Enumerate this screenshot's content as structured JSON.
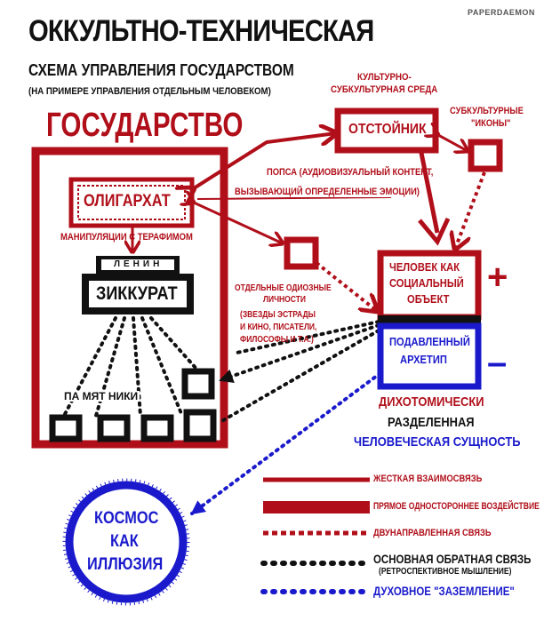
{
  "watermark": "PAPERDAEMON",
  "header": {
    "title": "ОККУЛЬТНО-ТЕХНИЧЕСКАЯ",
    "subtitle": "СХЕМА УПРАВЛЕНИЯ ГОСУДАРСТВОМ",
    "subnote": "(НА ПРИМЕРЕ УПРАВЛЕНИЯ ОТДЕЛЬНЫМ ЧЕЛОВЕКОМ)"
  },
  "state": {
    "label": "ГОСУДАРСТВО",
    "oligarch": "ОЛИГАРХАТ",
    "manipulation": "МАНИПУЛЯЦИИ С ТЕРАФИМОМ",
    "lenin": "ЛЕНИН",
    "ziggurat": "ЗИККУРАТ",
    "monuments": "ПА МЯТ НИКИ"
  },
  "culture": {
    "env_line1": "КУЛЬТУРНО-",
    "env_line2": "СУБКУЛЬТУРНАЯ СРЕДА",
    "sump": "ОТСТОЙНИК",
    "icons_line1": "СУБКУЛЬТУРНЫЕ",
    "icons_line2": "\"ИКОНЫ\""
  },
  "pop": {
    "line1": "ПОПСА (АУДИОВИЗУАЛЬНЫЙ КОНТЕНТ,",
    "line2": "ВЫЗЫВАЮЩИЙ ОПРЕДЕЛЕННЫЕ ЭМОЦИИ)"
  },
  "figures": {
    "line1": "ОТДЕЛЬНЫЕ ОДИОЗНЫЕ",
    "line2": "ЛИЧНОСТИ",
    "line3": "(ЗВЕЗДЫ ЭСТРАДЫ",
    "line4": "И КИНО, ПИСАТЕЛИ,",
    "line5": "ФИЛОСОФЫ И Т.А.)"
  },
  "human": {
    "social_line1": "ЧЕЛОВЕК КАК",
    "social_line2": "СОЦИАЛЬНЫЙ",
    "social_line3": "ОБЪЕКТ",
    "archetype_line1": "ПОДАВЛЕННЫЙ",
    "archetype_line2": "АРХЕТИП",
    "plus": "+",
    "minus": "–",
    "dichotomy": "ДИХОТОМИЧЕСКИ",
    "divided": "РАЗДЕЛЕННАЯ",
    "essence": "ЧЕЛОВЕЧЕСКАЯ СУЩНОСТЬ"
  },
  "cosmos": {
    "line1": "КОСМОС",
    "line2": "КАК",
    "line3": "ИЛЛЮЗИЯ"
  },
  "legend": {
    "items": [
      {
        "label": "ЖЕСТКАЯ ВЗАИМОСВЯЗЬ"
      },
      {
        "label": "ПРЯМОЕ ОДНОСТОРОННЕЕ ВОЗДЕЙСТВИЕ"
      },
      {
        "label": "ДВУНАПРАВЛЕННАЯ СВЯЗЬ"
      },
      {
        "label": "ОСНОВНАЯ ОБРАТНАЯ СВЯЗЬ",
        "note": "(РЕТРОСПЕКТИВНОЕ МЫШЛЕНИЕ)"
      },
      {
        "label": "ДУХОВНОЕ \"ЗАЗЕМЛЕНИЕ\""
      }
    ]
  },
  "colors": {
    "red": "#b00f1a",
    "black": "#111111",
    "blue": "#1a1acc"
  }
}
